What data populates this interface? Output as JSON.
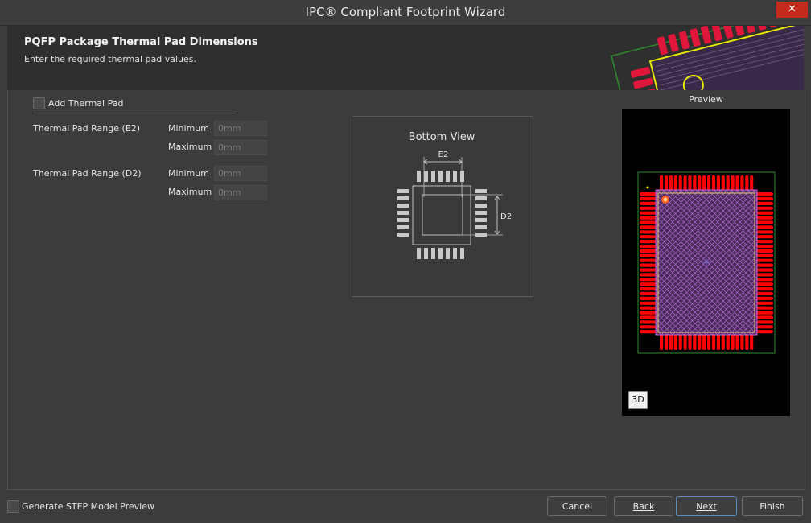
{
  "window": {
    "title": "IPC® Compliant Footprint Wizard",
    "close_glyph": "✕"
  },
  "header": {
    "title": "PQFP Package Thermal Pad Dimensions",
    "subtitle": "Enter the required thermal pad values."
  },
  "form": {
    "add_thermal_pad": {
      "label": "Add Thermal Pad",
      "checked": false
    },
    "rows": [
      {
        "range_label": "Thermal Pad Range (E2)",
        "min_label": "Minimum",
        "min_value": "0mm",
        "max_label": "Maximum",
        "max_value": "0mm"
      },
      {
        "range_label": "Thermal Pad Range (D2)",
        "min_label": "Minimum",
        "min_value": "0mm",
        "max_label": "Maximum",
        "max_value": "0mm"
      }
    ]
  },
  "diagram": {
    "title": "Bottom View",
    "e2_label": "E2",
    "d2_label": "D2"
  },
  "preview": {
    "label": "Preview",
    "view_3d_label": "3D",
    "pad_color": "#ff0000",
    "board_color": "#000000"
  },
  "footer": {
    "step_preview": {
      "label": "Generate STEP Model Preview",
      "checked": false
    },
    "cancel": "Cancel",
    "back": "Back",
    "next": "Next",
    "finish": "Finish"
  }
}
